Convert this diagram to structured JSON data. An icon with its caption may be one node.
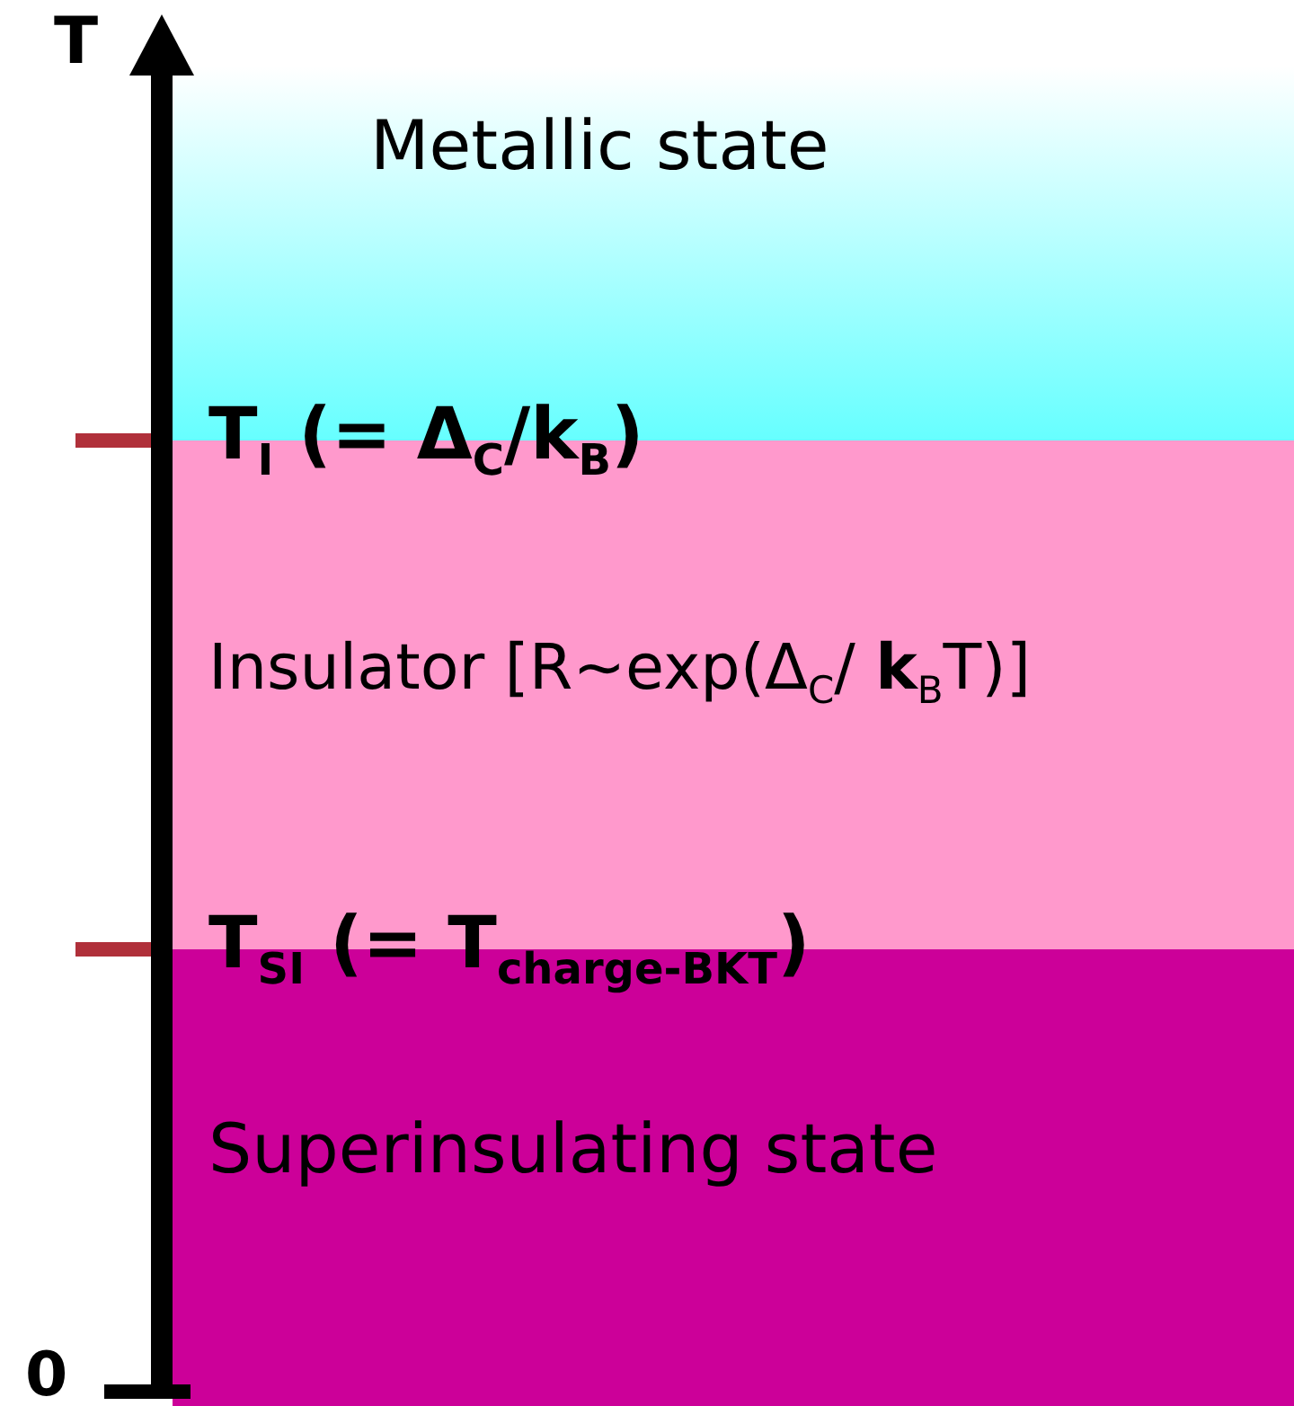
{
  "diagram": {
    "nodes": [
      {
        "text": [
          "Metallic state"
        ]
      },
      {
        "text": [
          "Insulator [R~exp(Δ$_{C}$/ **k**$_{B}$T)]"
        ]
      },
      {
        "text": [
          "Superinsulating state"
        ]
      }
    ],
    "labels": [
      "T",
      "T$_{I}$ (= Δ$_{C}$/k$_{B}$)",
      "T$_{SI}$ (= T$_{charge-BKT}$)",
      "0"
    ]
  }
}
